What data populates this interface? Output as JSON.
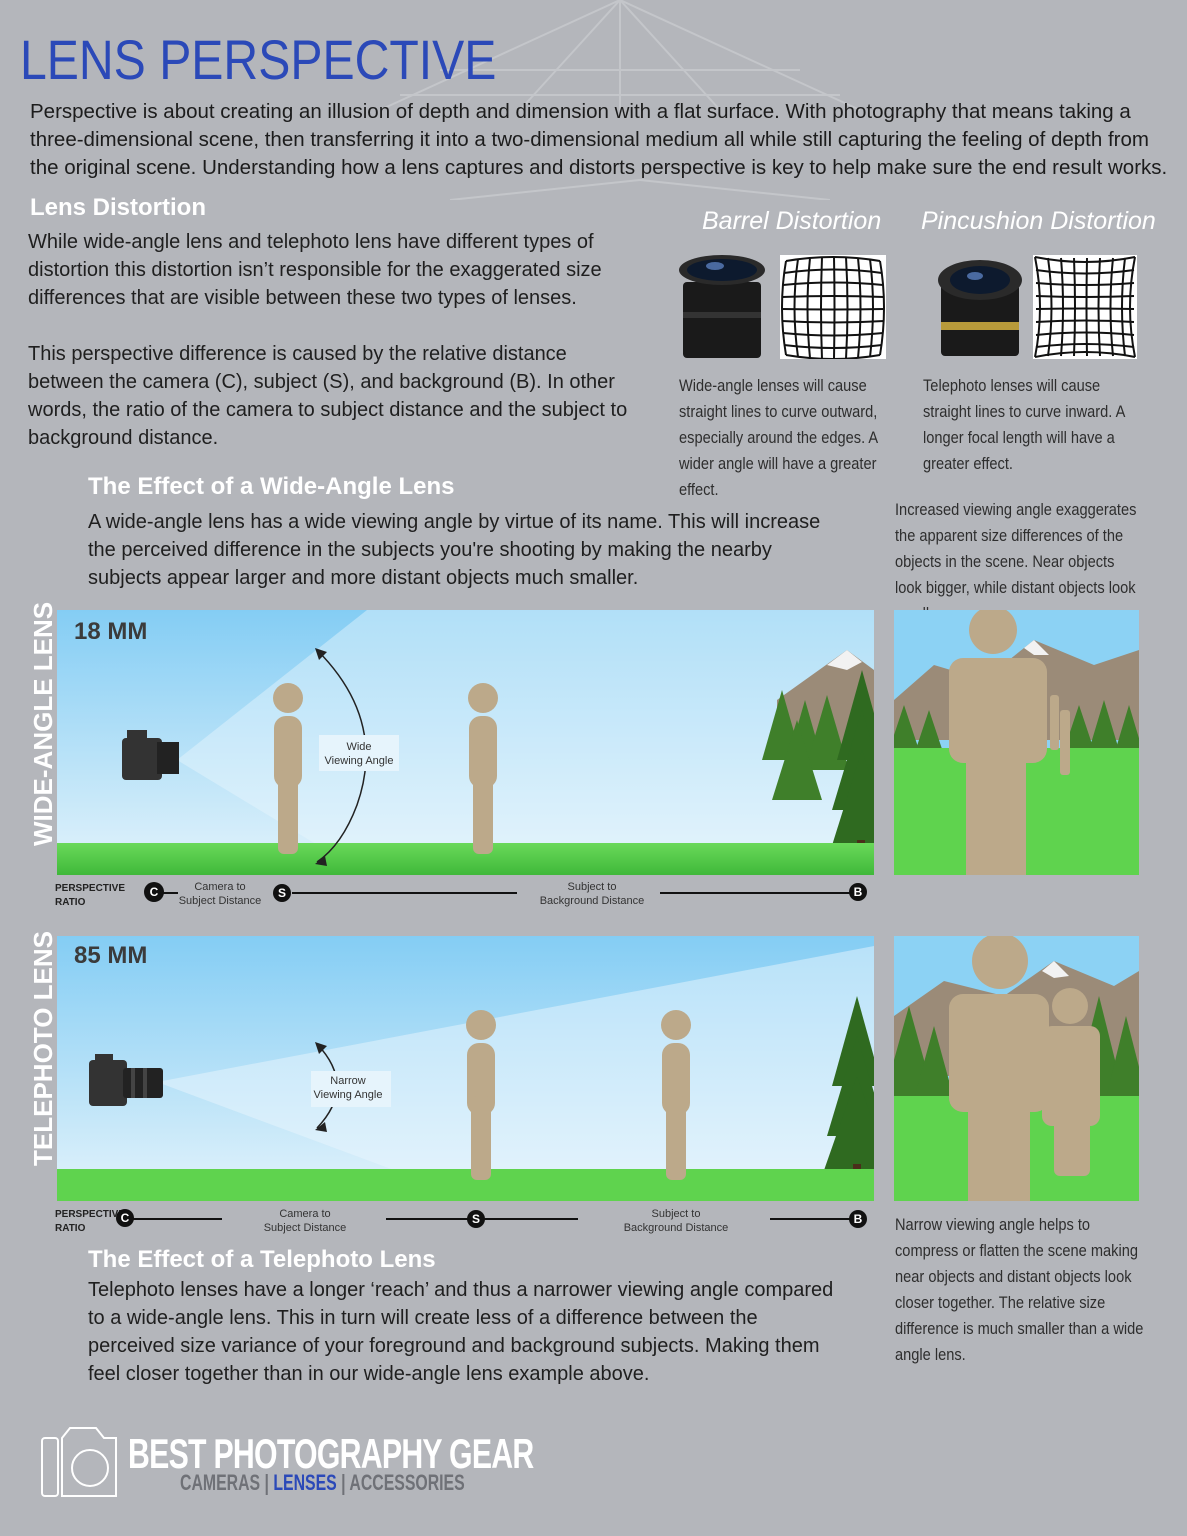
{
  "title": "LENS PERSPECTIVE",
  "intro": "Perspective is about creating an illusion of depth and dimension with a flat surface. With photography that means taking a three-dimensional scene, then transferring it into a two-dimensional medium all while still capturing the feeling of depth from the original scene. Understanding how a lens captures and distorts perspective is key to help make sure the end result works.",
  "lens_distortion": {
    "heading": "Lens Distortion",
    "para1": "While wide-angle lens and telephoto lens have different types of distortion this distortion isn’t responsible for the exaggerated size differences that are visible between these two types of lenses.",
    "para2": "This perspective difference is caused by the relative distance between the camera (C), subject (S), and background (B). In other words, the ratio of the camera to subject distance and the subject to background distance."
  },
  "barrel": {
    "title": "Barrel Distortion",
    "caption": "Wide-angle lenses will cause straight lines to curve outward, especially around the edges. A wider angle will have a greater effect."
  },
  "pincushion": {
    "title": "Pincushion Distortion",
    "caption": "Telephoto lenses will cause straight lines to curve inward. A longer focal length will have a greater effect."
  },
  "wide": {
    "heading": "The Effect of a Wide-Angle Lens",
    "body": "A wide-angle lens has a wide viewing angle by virtue of its name. This will increase the perceived difference in the subjects you're shooting by making the nearby subjects appear larger and more distant objects much smaller.",
    "side_caption": "Increased viewing angle exaggerates the apparent size differences of the objects in the scene. Near objects look bigger, while distant objects look smaller.",
    "vertical_label": "WIDE-ANGLE LENS",
    "focal": "18 MM",
    "angle_label_1": "Wide",
    "angle_label_2": "Viewing Angle"
  },
  "tele": {
    "heading": "The Effect of a Telephoto Lens",
    "body": "Telephoto lenses have a longer ‘reach’ and thus a narrower viewing angle compared to a wide-angle lens. This in turn will create less of a difference between the perceived size variance of your foreground and background subjects. Making them feel closer together than in our wide-angle lens example above.",
    "side_caption": "Narrow viewing angle helps to compress or flatten the scene making near objects and distant objects look closer together. The relative size difference is much smaller than a wide angle lens.",
    "vertical_label": "TELEPHOTO LENS",
    "focal": "85 MM",
    "angle_label_1": "Narrow",
    "angle_label_2": "Viewing Angle"
  },
  "ratio": {
    "label_1": "PERSPECTIVE",
    "label_2": "RATIO",
    "c": "C",
    "s": "S",
    "b": "B",
    "cam_subj_1": "Camera to",
    "cam_subj_2": "Subject Distance",
    "subj_bg_1": "Subject to",
    "subj_bg_2": "Background Distance"
  },
  "logo": {
    "main": "BEST PHOTOGRAPHY GEAR",
    "sub_1": "CAMERAS",
    "sep": "|",
    "sub_2": "LENSES",
    "sub_3": "ACCESSORIES"
  },
  "colors": {
    "title_blue": "#2b49b8",
    "person": "#bca98a",
    "grass": "#5fd34e",
    "sky_top": "#7fcaf3"
  }
}
